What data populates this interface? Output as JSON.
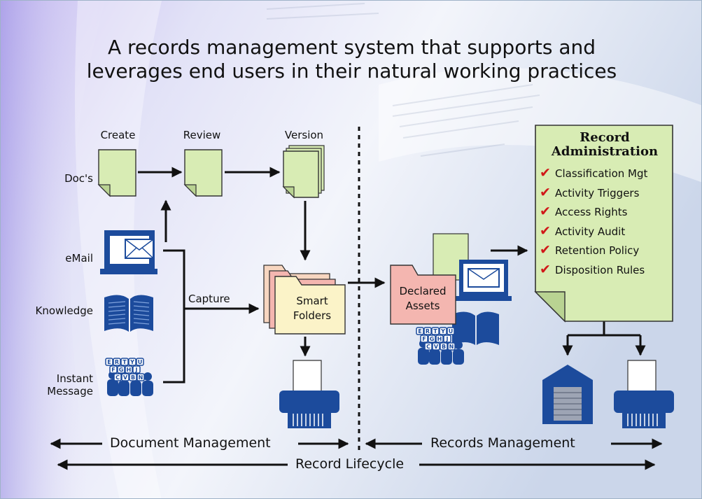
{
  "title": {
    "line1": "A records management system that supports and",
    "line2": "leverages end users in their natural working practices"
  },
  "stages": {
    "create": "Create",
    "review": "Review",
    "version": "Version"
  },
  "sources": {
    "docs": "Doc's",
    "email": "eMail",
    "knowledge": "Knowledge",
    "im_line1": "Instant",
    "im_line2": "Message"
  },
  "capture_label": "Capture",
  "smart_folders": {
    "line1": "Smart",
    "line2": "Folders"
  },
  "declared_assets": {
    "line1": "Declared",
    "line2": "Assets"
  },
  "keyboard_keys": [
    "E",
    "R",
    "T",
    "Y",
    "U",
    "F",
    "G",
    "H",
    "J",
    "C",
    "V",
    "B",
    "N"
  ],
  "record_admin": {
    "title_line1": "Record",
    "title_line2": "Administration",
    "check_mark": "✔",
    "items": [
      "Classification Mgt",
      "Activity Triggers",
      "Access Rights",
      "Activity Audit",
      "Retention Policy",
      "Disposition Rules"
    ]
  },
  "bands": {
    "document_management": "Document Management",
    "records_management": "Records Management",
    "record_lifecycle": "Record Lifecycle"
  },
  "colors": {
    "doc_green": "#d8ecb4",
    "folder_peach": "#f7d6c0",
    "folder_yellow": "#fbf3c8",
    "folder_pink": "#f4b6b0",
    "icon_blue": "#1c4b9c",
    "check_red": "#d01818"
  }
}
